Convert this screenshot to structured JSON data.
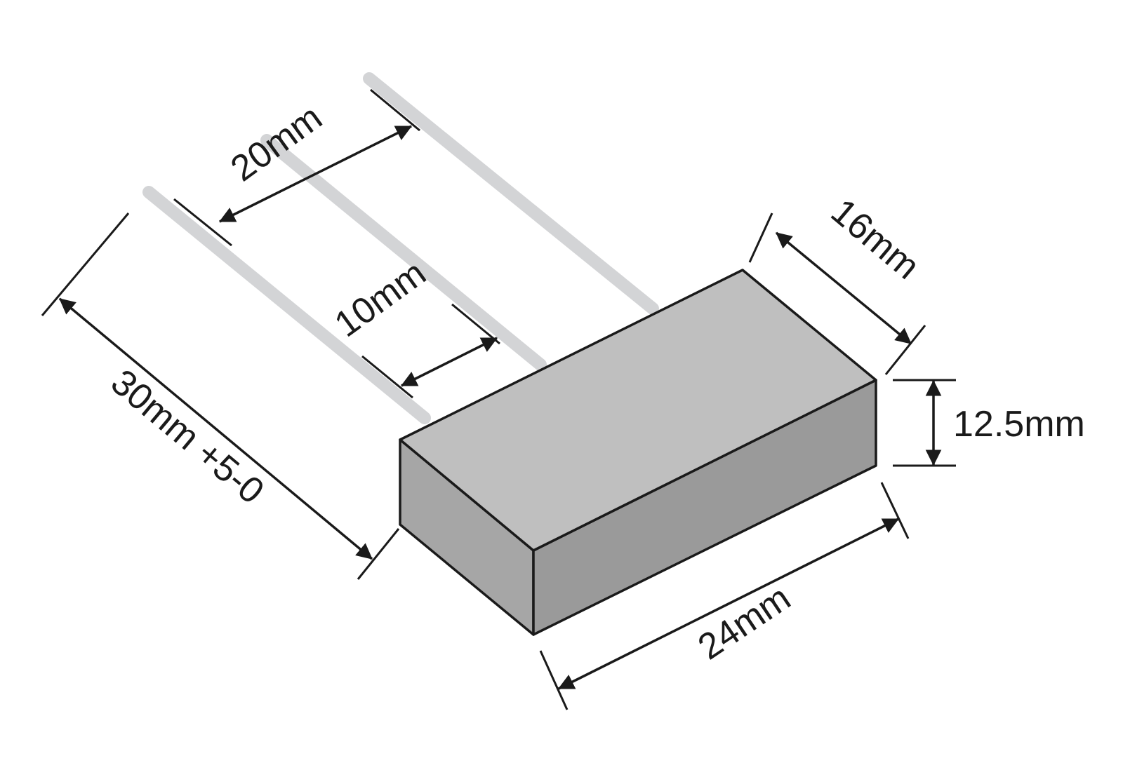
{
  "diagram": {
    "colors": {
      "leads": "#d3d4d6",
      "box_top": "#bfbfbf",
      "box_front": "#9a9a9a",
      "box_left": "#a6a6a6",
      "outline": "#1a1a1a"
    },
    "dimensions": {
      "lead_length": "30mm +5-0",
      "outer_pitch": "20mm",
      "inner_pitch": "10mm",
      "depth": "16mm",
      "height": "12.5mm",
      "width": "24mm"
    }
  }
}
